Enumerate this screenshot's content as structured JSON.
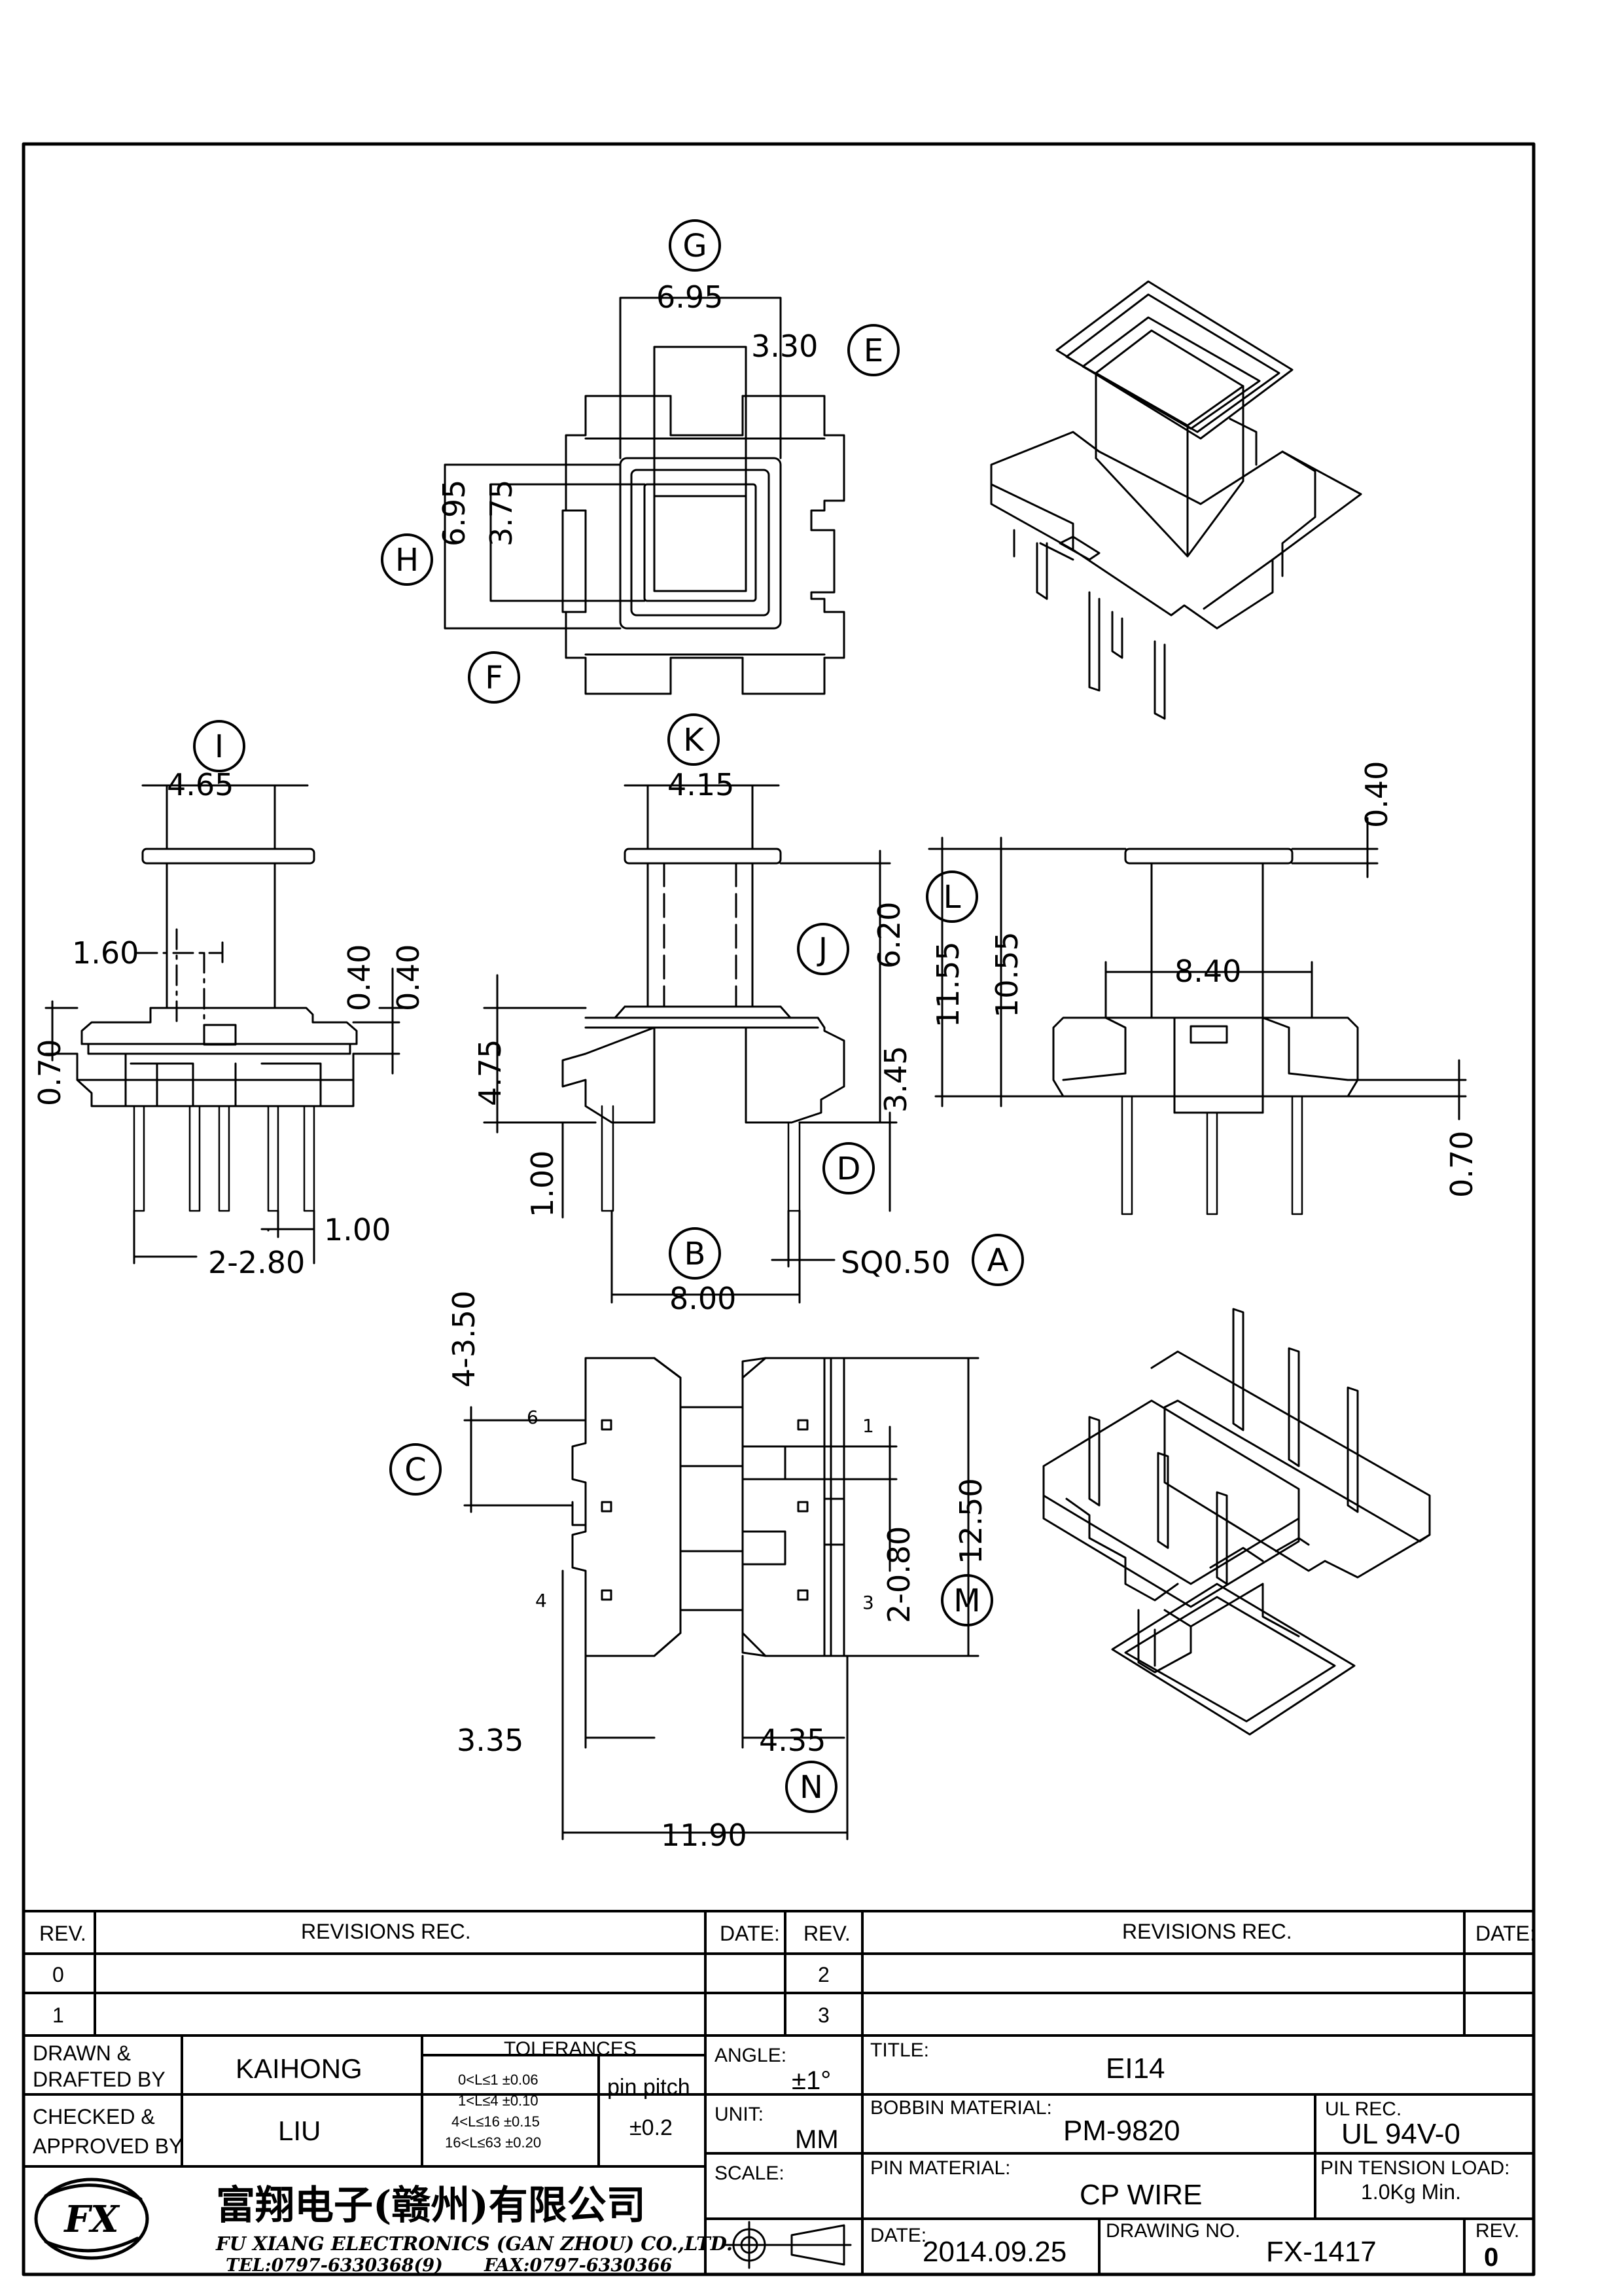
{
  "dimensions": {
    "top_view": {
      "g_width": "6.95",
      "e_inner": "3.30",
      "h_height": "6.95",
      "f_inner": "3.75"
    },
    "left_view": {
      "i_top": "4.65",
      "d160": "1.60",
      "d040a": "0.40",
      "d040b": "0.40",
      "d070": "0.70",
      "d100": "1.00",
      "pitch": "2-2.80"
    },
    "front_view": {
      "k_top": "4.15",
      "j_height": "6.20",
      "d475": "4.75",
      "d345": "3.45",
      "d100": "1.00",
      "b_width": "8.00",
      "sq_pin": "SQ0.50"
    },
    "right_view": {
      "d040": "0.40",
      "l_overall": "11.55",
      "d1055": "10.55",
      "d840": "8.40",
      "d070": "0.70"
    },
    "bottom_view": {
      "c_slot": "4-3.50",
      "m_height": "12.50",
      "d080": "2-0.80",
      "d335": "3.35",
      "n_435": "4.35",
      "d1190": "11.90",
      "pin1": "1",
      "pin3": "3",
      "pin4": "4",
      "pin6": "6"
    }
  },
  "callouts": {
    "a": "A",
    "b": "B",
    "c": "C",
    "d": "D",
    "e": "E",
    "f": "F",
    "g": "G",
    "h": "H",
    "i": "I",
    "j": "J",
    "k": "K",
    "l": "L",
    "m": "M",
    "n": "N"
  },
  "revisions": {
    "rev_header": "REV.",
    "revisions_header": "REVISIONS   REC.",
    "date_header": "DATE:",
    "rows_left": [
      "0",
      "1"
    ],
    "rows_right": [
      "2",
      "3"
    ]
  },
  "title_block": {
    "drawn_label_1": "DRAWN &",
    "drawn_label_2": "DRAFTED BY",
    "drawn_value": "KAIHONG",
    "checked_label_1": "CHECKED &",
    "checked_label_2": "APPROVED BY",
    "checked_value": "LIU",
    "tolerances_label": "TOLERANCES",
    "tol_rows": [
      "0<L≤1   ±0.06",
      "1<L≤4   ±0.10",
      "4<L≤16  ±0.15",
      "16<L≤63 ±0.20"
    ],
    "pin_pitch_label": "pin pitch",
    "pin_pitch_value": "±0.2",
    "angle_label": "ANGLE:",
    "angle_value": "±1°",
    "unit_label": "UNIT:",
    "unit_value": "MM",
    "scale_label": "SCALE:",
    "title_label": "TITLE:",
    "title_value": "EI14",
    "bobbin_label": "BOBBIN MATERIAL:",
    "bobbin_value": "PM-9820",
    "ul_label": "UL REC.",
    "ul_value": "UL 94V-0",
    "pin_mat_label": "PIN MATERIAL:",
    "pin_mat_value": "CP WIRE",
    "tension_label": "PIN TENSION LOAD:",
    "tension_value": "1.0Kg Min.",
    "date_label": "DATE:",
    "date_value": "2014.09.25",
    "drawing_no_label": "DRAWING NO.",
    "drawing_no_value": "FX-1417",
    "rev_label": "REV.",
    "rev_value": "0",
    "company_cn": "富翔电子(赣州)有限公司",
    "company_en": "FU XIANG ELECTRONICS (GAN ZHOU) CO.,LTD.",
    "tel": "TEL:0797-6330368(9)",
    "fax": "FAX:0797-6330366",
    "logo_text": "FX"
  }
}
